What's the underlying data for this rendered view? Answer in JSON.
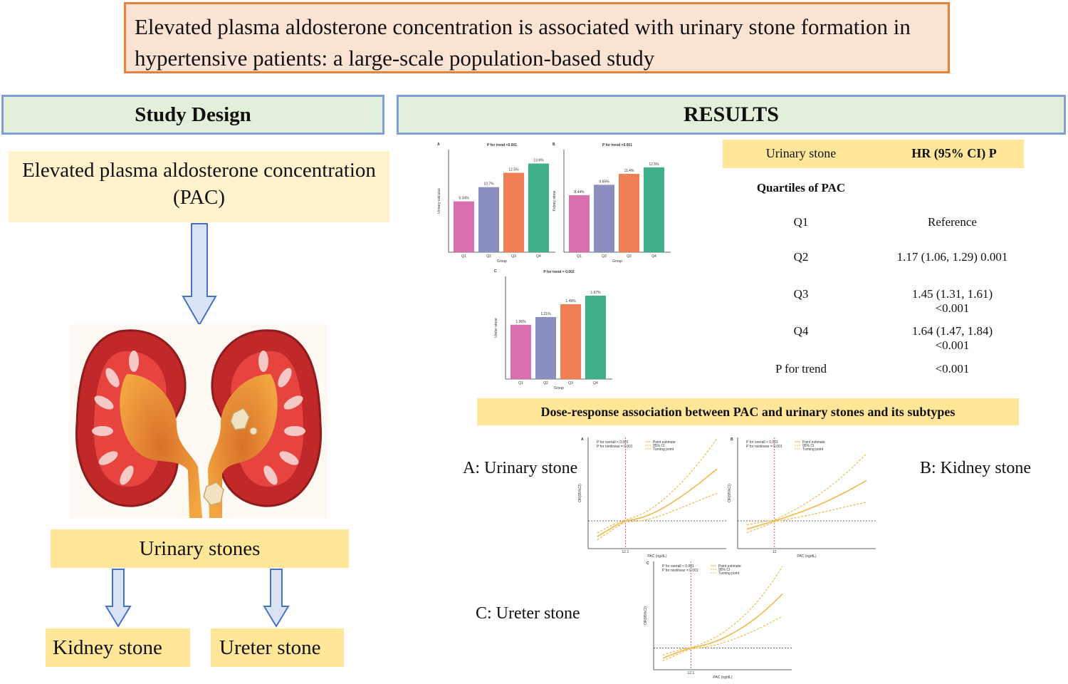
{
  "title": "Elevated plasma aldosterone concentration is associated with urinary stone formation in hypertensive patients: a large-scale population-based study",
  "study_design": {
    "header": "Study Design",
    "exposure": "Elevated plasma aldosterone concentration (PAC)",
    "outcome": "Urinary stones",
    "subtype_1": "Kidney stone",
    "subtype_2": "Ureter stone"
  },
  "results": {
    "header": "RESULTS",
    "table": {
      "col_1": "Urinary stone",
      "col_2": "HR (95% CI) P",
      "section": "Quartiles of PAC",
      "rows": [
        {
          "label": "Q1",
          "value": "Reference"
        },
        {
          "label": "Q2",
          "value": "1.17 (1.06, 1.29) 0.001"
        },
        {
          "label": "Q3",
          "value": "1.45 (1.31, 1.61) <0.001"
        },
        {
          "label": "Q4",
          "value": "1.64 (1.47, 1.84) <0.001"
        },
        {
          "label": "P for trend",
          "value": "<0.001"
        }
      ]
    },
    "dose_response_header": "Dose-response association between PAC and urinary stones and its subtypes",
    "dose_panels": {
      "a": "A: Urinary stone",
      "b": "B: Kidney stone",
      "c": "C: Ureter stone"
    }
  },
  "colors": {
    "title_border": "#e8823a",
    "title_fill": "#fbe3d4",
    "header_border": "#7f9fd6",
    "header_fill": "#e2efda",
    "label_fill": "#ffe699",
    "arrow_fill": "#dae3f3",
    "arrow_stroke": "#4472c4",
    "q1": "#d96fae",
    "q2": "#8a8fbf",
    "q3": "#ef7f52",
    "q4": "#3fae8a",
    "curve": "#f2b84b",
    "cutoff": "#e0463b"
  },
  "chart_data": [
    {
      "type": "bar",
      "panel": "A",
      "title": "P for trend <0.001",
      "xlabel": "Group",
      "ylabel": "Urinary calculus",
      "categories": [
        "Q1",
        "Q2",
        "Q3",
        "Q4"
      ],
      "values": [
        4.46,
        5.71,
        6.97,
        7.78
      ],
      "data_labels": [
        "9.34%",
        "10.7%",
        "12.5%",
        "13.6%"
      ],
      "ylim": [
        0,
        9
      ]
    },
    {
      "type": "bar",
      "panel": "B",
      "title": "P for trend <0.001",
      "xlabel": "Group",
      "ylabel": "Kidney stone",
      "categories": [
        "Q1",
        "Q2",
        "Q3",
        "Q4"
      ],
      "values": [
        4.45,
        5.26,
        6.11,
        6.62
      ],
      "data_labels": [
        "8.44%",
        "9.65%",
        "11.4%",
        "12.5%"
      ],
      "ylim": [
        0,
        8
      ]
    },
    {
      "type": "bar",
      "panel": "C",
      "title": "P for trend = 0.002",
      "xlabel": "Group",
      "ylabel": "Ureter stone",
      "categories": [
        "Q1",
        "Q2",
        "Q3",
        "Q4"
      ],
      "values": [
        1.27,
        1.45,
        1.75,
        1.95
      ],
      "data_labels": [
        "1.06%",
        "1.21%",
        "1.49%",
        "1.67%"
      ],
      "ylim": [
        0,
        2.4
      ]
    },
    {
      "type": "line",
      "panel": "A",
      "xlabel": "PAC (ng/dL)",
      "ylabel": "OR(95%CI)",
      "legend": [
        "Point estimate",
        "95% CI",
        "Turning point"
      ],
      "annotations": [
        "P for overall < 0.001",
        "P for nonlinear = 0.001"
      ],
      "cutoff_label": "12.1",
      "x": [
        6,
        8,
        10,
        12.1,
        14,
        16,
        18,
        20,
        22,
        24,
        26,
        28,
        30,
        32
      ],
      "y": [
        0.66,
        0.78,
        0.9,
        1.0,
        1.03,
        1.08,
        1.16,
        1.26,
        1.38,
        1.51,
        1.65,
        1.8,
        1.96,
        2.12
      ],
      "xlim": [
        4,
        34
      ],
      "ylim": [
        0.4,
        2.8
      ]
    },
    {
      "type": "line",
      "panel": "B",
      "xlabel": "PAC (ng/dL)",
      "ylabel": "OR(95%CI)",
      "legend": [
        "Point estimate",
        "95% CI",
        "Turning point"
      ],
      "annotations": [
        "P for overall < 0.001",
        "P for nonlinear = 0.001"
      ],
      "cutoff_label": "12",
      "x": [
        6,
        8,
        10,
        12,
        14,
        16,
        18,
        20,
        22,
        24,
        26,
        28,
        30,
        32
      ],
      "y": [
        0.82,
        0.88,
        0.94,
        1.0,
        1.06,
        1.13,
        1.2,
        1.28,
        1.36,
        1.45,
        1.55,
        1.65,
        1.76,
        1.87
      ],
      "xlim": [
        4,
        34
      ],
      "ylim": [
        0.4,
        2.8
      ]
    },
    {
      "type": "line",
      "panel": "C",
      "xlabel": "PAC (ng/dL)",
      "ylabel": "OR(95%CI)",
      "legend": [
        "Point estimate",
        "95% CI",
        "Turning point"
      ],
      "annotations": [
        "P for overall < 0.001",
        "P for nonlinear = 0.001"
      ],
      "cutoff_label": "12.1",
      "x": [
        6,
        8,
        10,
        12.1,
        14,
        16,
        18,
        20,
        22,
        24,
        26,
        28,
        30,
        32
      ],
      "y": [
        0.72,
        0.82,
        0.92,
        1.0,
        1.05,
        1.12,
        1.21,
        1.33,
        1.47,
        1.63,
        1.81,
        2.02,
        2.25,
        2.5
      ],
      "xlim": [
        4,
        34
      ],
      "ylim": [
        0.4,
        3.4
      ]
    }
  ]
}
